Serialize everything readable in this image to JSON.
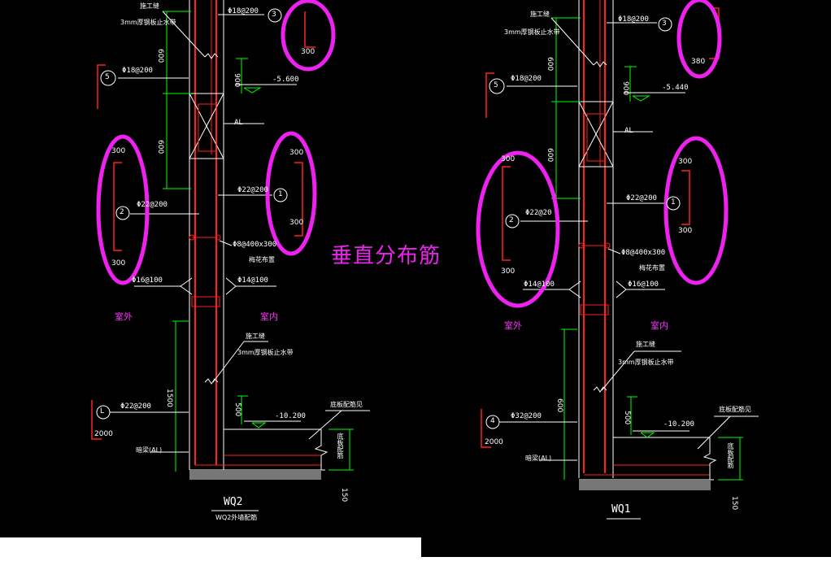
{
  "annotation": {
    "text": "垂直分布筋",
    "color": "#ee22ee"
  },
  "colors": {
    "background": "#000000",
    "rebar": "#ff2020",
    "dimension": "#00ff00",
    "text": "#ffffff",
    "highlight": "#ee22ee"
  },
  "left": {
    "construction_joint": "施工缝",
    "waterstop_plate": "3mm厚钢板止水带",
    "rebar_3": "Φ18@200",
    "marker_3": "3",
    "len_3": "300",
    "marker_5": "5",
    "rebar_5": "Φ18@200",
    "dim_600_top": "600",
    "dim_600_mid": "600",
    "dim_900": "900",
    "elev_top": "-5.600",
    "beam_al": "AL",
    "len_2_top": "300",
    "len_2_bot": "300",
    "marker_2": "2",
    "rebar_2": "Φ22@200",
    "rebar_1": "Φ22@200",
    "marker_1": "1",
    "len_1_top": "300",
    "len_1_bot": "300",
    "tie_bar": "Φ8@400x300",
    "tie_note": "梅花布置",
    "stirrup_left": "Φ16@100",
    "stirrup_right": "Φ14@100",
    "outdoor": "室外",
    "indoor": "室内",
    "construction_joint_2": "施工缝",
    "waterstop_plate_2": "3mm厚钢板止水带",
    "dim_1500": "1500",
    "dim_500": "500",
    "marker_L": "L",
    "rebar_L": "Φ22@200",
    "len_L": "2000",
    "elev_bottom": "-10.200",
    "raft_note": "底板配筋见",
    "slab_note": "底板配筋",
    "dark_beam": "暗梁(AL)",
    "dim_150": "150",
    "title": "WQ2",
    "subtitle": "WQ2外墙配筋"
  },
  "right": {
    "construction_joint": "施工缝",
    "waterstop_plate": "3mm厚钢板止水带",
    "rebar_3": "Φ18@200",
    "marker_3": "3",
    "len_3": "380",
    "marker_5": "5",
    "rebar_5": "Φ18@200",
    "dim_600_top": "600",
    "dim_600_mid": "600",
    "dim_900": "900",
    "elev_top": "-5.440",
    "beam_al": "AL",
    "len_2_top": "300",
    "len_2_bot": "300",
    "marker_2": "2",
    "rebar_2": "Φ22@20",
    "rebar_1": "Φ22@200",
    "marker_1": "1",
    "len_1_top": "300",
    "len_1_bot": "300",
    "tie_bar": "Φ8@400x300",
    "tie_note": "梅花布置",
    "stirrup_left": "Φ14@100",
    "stirrup_right": "Φ16@100",
    "outdoor": "室外",
    "indoor": "室内",
    "construction_joint_2": "施工缝",
    "waterstop_plate_2": "3mm厚钢板止水带",
    "dim_600": "600",
    "dim_500": "500",
    "marker_4": "4",
    "rebar_4": "Φ32@200",
    "len_4": "2000",
    "elev_bottom": "-10.200",
    "raft_note": "底板配筋见",
    "slab_note": "底板配筋",
    "dark_beam": "暗梁(AL)",
    "dim_150": "150",
    "title": "WQ1"
  }
}
